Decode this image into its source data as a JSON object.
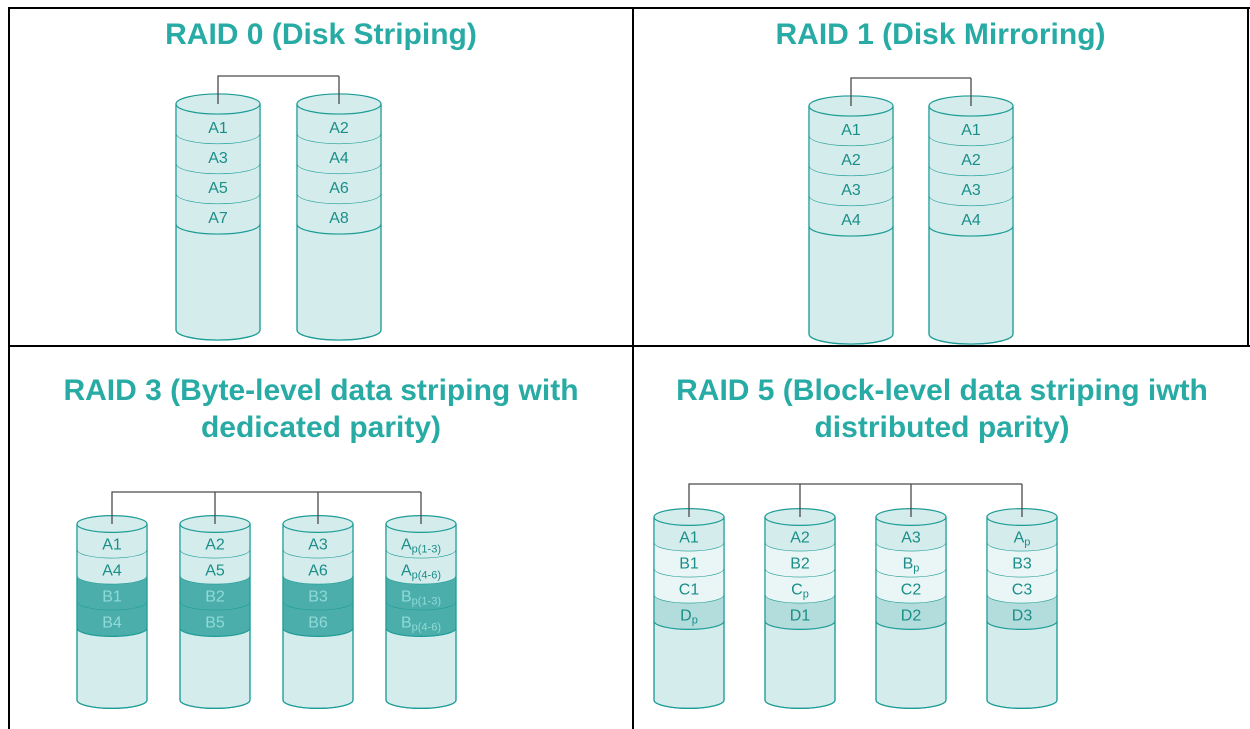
{
  "colors": {
    "title": "#27aba4",
    "disk_fill": "#d5ecec",
    "disk_stroke": "#1d9c96",
    "band_light": "#eaf6f6",
    "band_dark": "#4caeab",
    "band_mid": "#b3dcdc",
    "label": "#1a8e88",
    "label_dark_band": "#8fdad6",
    "connector": "#4a4a4a"
  },
  "panels": [
    {
      "id": "raid0",
      "title": "RAID 0 (Disk Striping)",
      "disks": [
        {
          "blocks": [
            {
              "t": "A1"
            },
            {
              "t": "A3"
            },
            {
              "t": "A5"
            },
            {
              "t": "A7"
            }
          ]
        },
        {
          "blocks": [
            {
              "t": "A2"
            },
            {
              "t": "A4"
            },
            {
              "t": "A6"
            },
            {
              "t": "A8"
            }
          ]
        }
      ]
    },
    {
      "id": "raid1",
      "title": "RAID 1 (Disk Mirroring)",
      "disks": [
        {
          "blocks": [
            {
              "t": "A1"
            },
            {
              "t": "A2"
            },
            {
              "t": "A3"
            },
            {
              "t": "A4"
            }
          ]
        },
        {
          "blocks": [
            {
              "t": "A1"
            },
            {
              "t": "A2"
            },
            {
              "t": "A3"
            },
            {
              "t": "A4"
            }
          ]
        }
      ]
    },
    {
      "id": "raid3",
      "title_lines": [
        "RAID 3 (Byte-level data striping with",
        "dedicated parity)"
      ],
      "disks": [
        {
          "blocks": [
            {
              "t": "A1"
            },
            {
              "t": "A4"
            },
            {
              "t": "B1",
              "style": "dark"
            },
            {
              "t": "B4",
              "style": "dark"
            }
          ]
        },
        {
          "blocks": [
            {
              "t": "A2"
            },
            {
              "t": "A5"
            },
            {
              "t": "B2",
              "style": "dark"
            },
            {
              "t": "B5",
              "style": "dark"
            }
          ]
        },
        {
          "blocks": [
            {
              "t": "A3"
            },
            {
              "t": "A6"
            },
            {
              "t": "B3",
              "style": "dark"
            },
            {
              "t": "B6",
              "style": "dark"
            }
          ]
        },
        {
          "blocks": [
            {
              "t": "A",
              "sub": "p(1-3)"
            },
            {
              "t": "A",
              "sub": "p(4-6)"
            },
            {
              "t": "B",
              "sub": "p(1-3)",
              "style": "dark"
            },
            {
              "t": "B",
              "sub": "p(4-6)",
              "style": "dark"
            }
          ]
        }
      ]
    },
    {
      "id": "raid5",
      "title_lines": [
        "RAID 5 (Block-level data striping iwth",
        "distributed parity)"
      ],
      "disks": [
        {
          "blocks": [
            {
              "t": "A1"
            },
            {
              "t": "B1",
              "style": "light"
            },
            {
              "t": "C1",
              "style": "light"
            },
            {
              "t": "D",
              "sub": "p",
              "style": "mid"
            }
          ]
        },
        {
          "blocks": [
            {
              "t": "A2"
            },
            {
              "t": "B2",
              "style": "light"
            },
            {
              "t": "C",
              "sub": "p",
              "style": "light"
            },
            {
              "t": "D1",
              "style": "mid"
            }
          ]
        },
        {
          "blocks": [
            {
              "t": "A3"
            },
            {
              "t": "B",
              "sub": "p",
              "style": "light"
            },
            {
              "t": "C2",
              "style": "light"
            },
            {
              "t": "D2",
              "style": "mid"
            }
          ]
        },
        {
          "blocks": [
            {
              "t": "A",
              "sub": "p"
            },
            {
              "t": "B3",
              "style": "light"
            },
            {
              "t": "C3",
              "style": "light"
            },
            {
              "t": "D3",
              "style": "mid"
            }
          ]
        }
      ]
    }
  ]
}
